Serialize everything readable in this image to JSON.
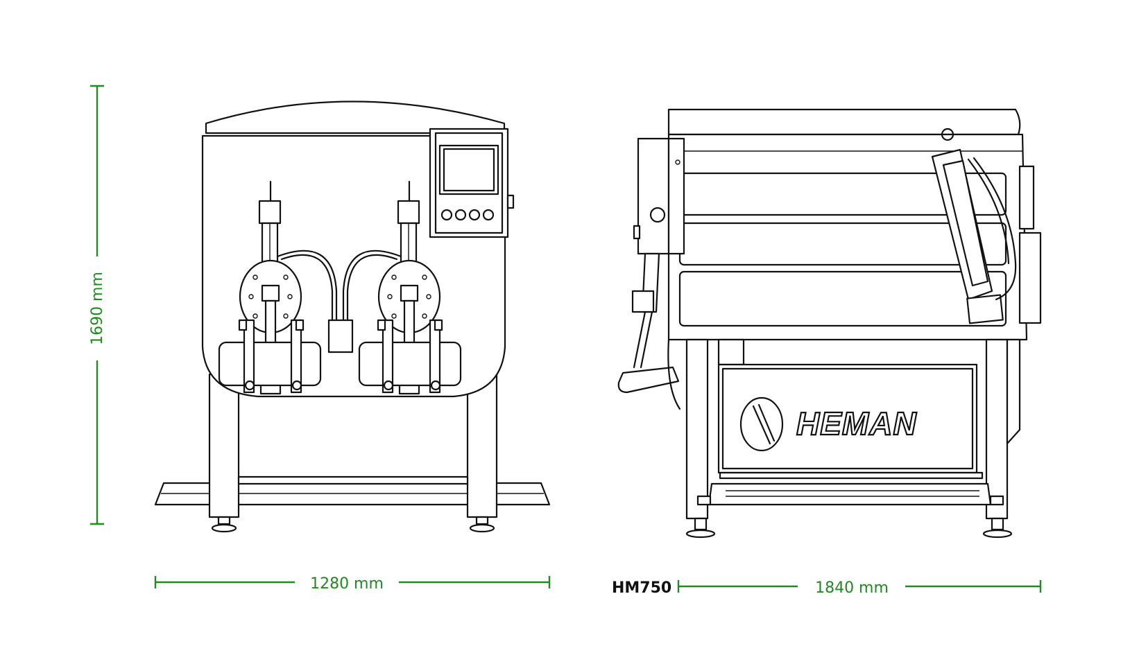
{
  "dimensions": {
    "height": "1690 mm",
    "front_width": "1280 mm",
    "side_width": "1840 mm"
  },
  "model": "HM750",
  "brand": "HEMAN",
  "colors": {
    "dimension_line": "#1f8a1f",
    "drawing_line": "#111111",
    "background": "#ffffff"
  }
}
